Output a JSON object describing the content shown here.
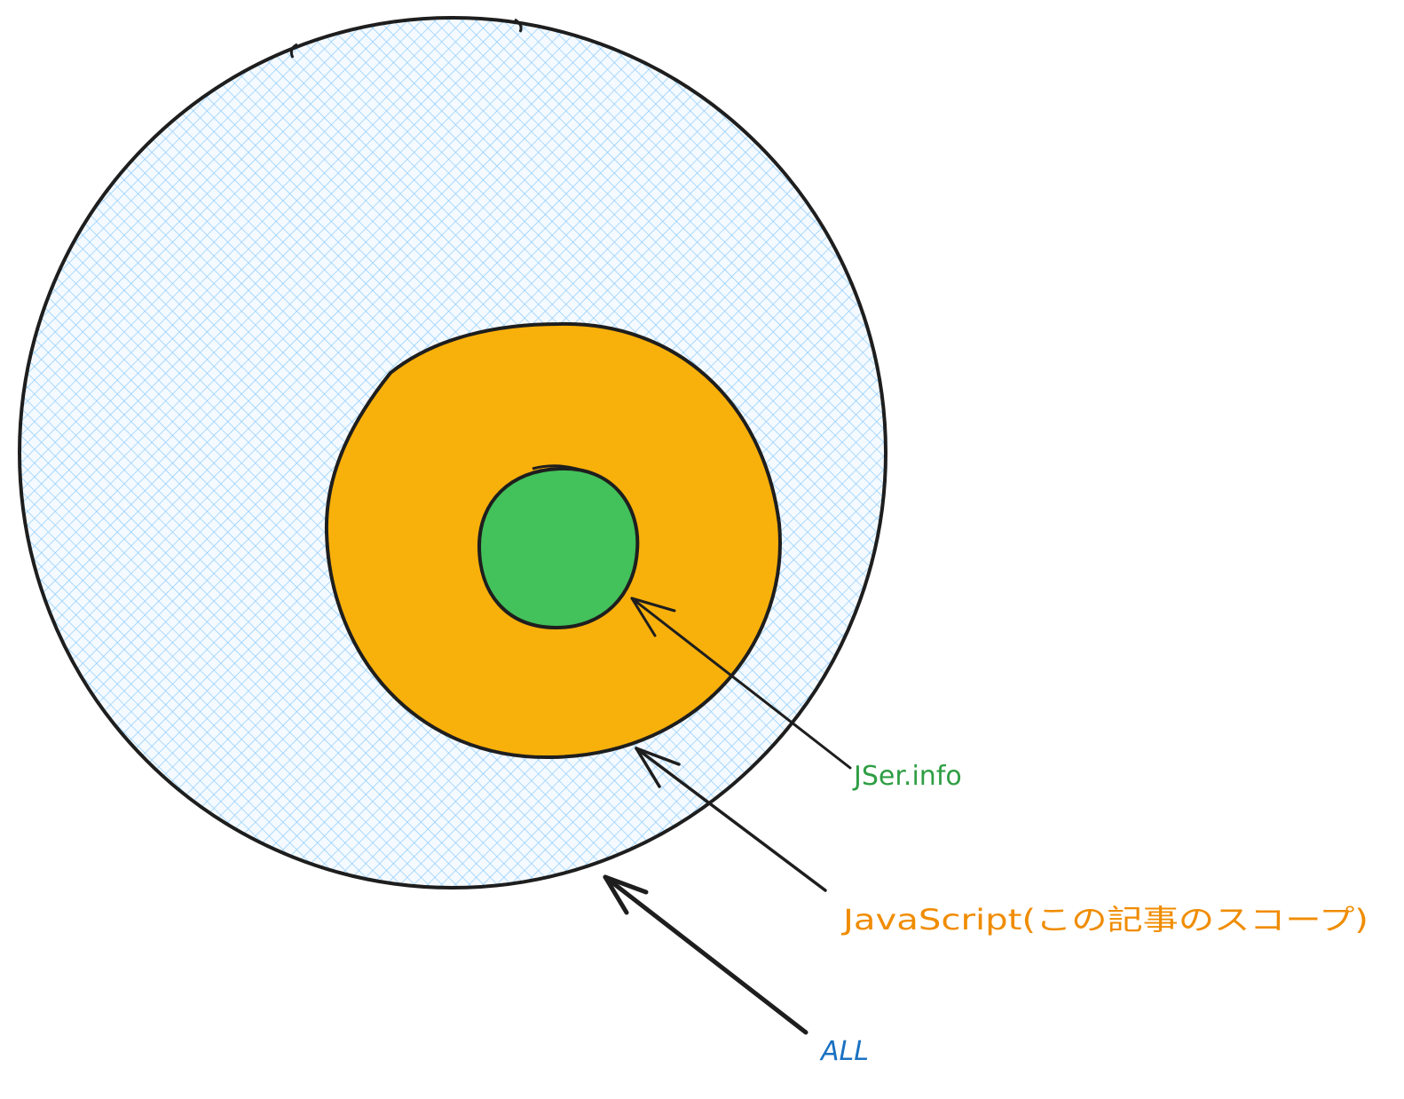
{
  "labels": {
    "jser": "JSer.info",
    "javascript": "JavaScript(この記事のスコープ)",
    "all": "ALL"
  },
  "colors": {
    "outer_fill": "#a5d8ff",
    "outer_hatch": "#74c0fc",
    "middle_fill": "#f8b00b",
    "inner_fill": "#43c15a",
    "stroke": "#1e1e1e",
    "jser_text": "#2f9e44",
    "javascript_text": "#f08c00",
    "all_text": "#1971c2"
  }
}
